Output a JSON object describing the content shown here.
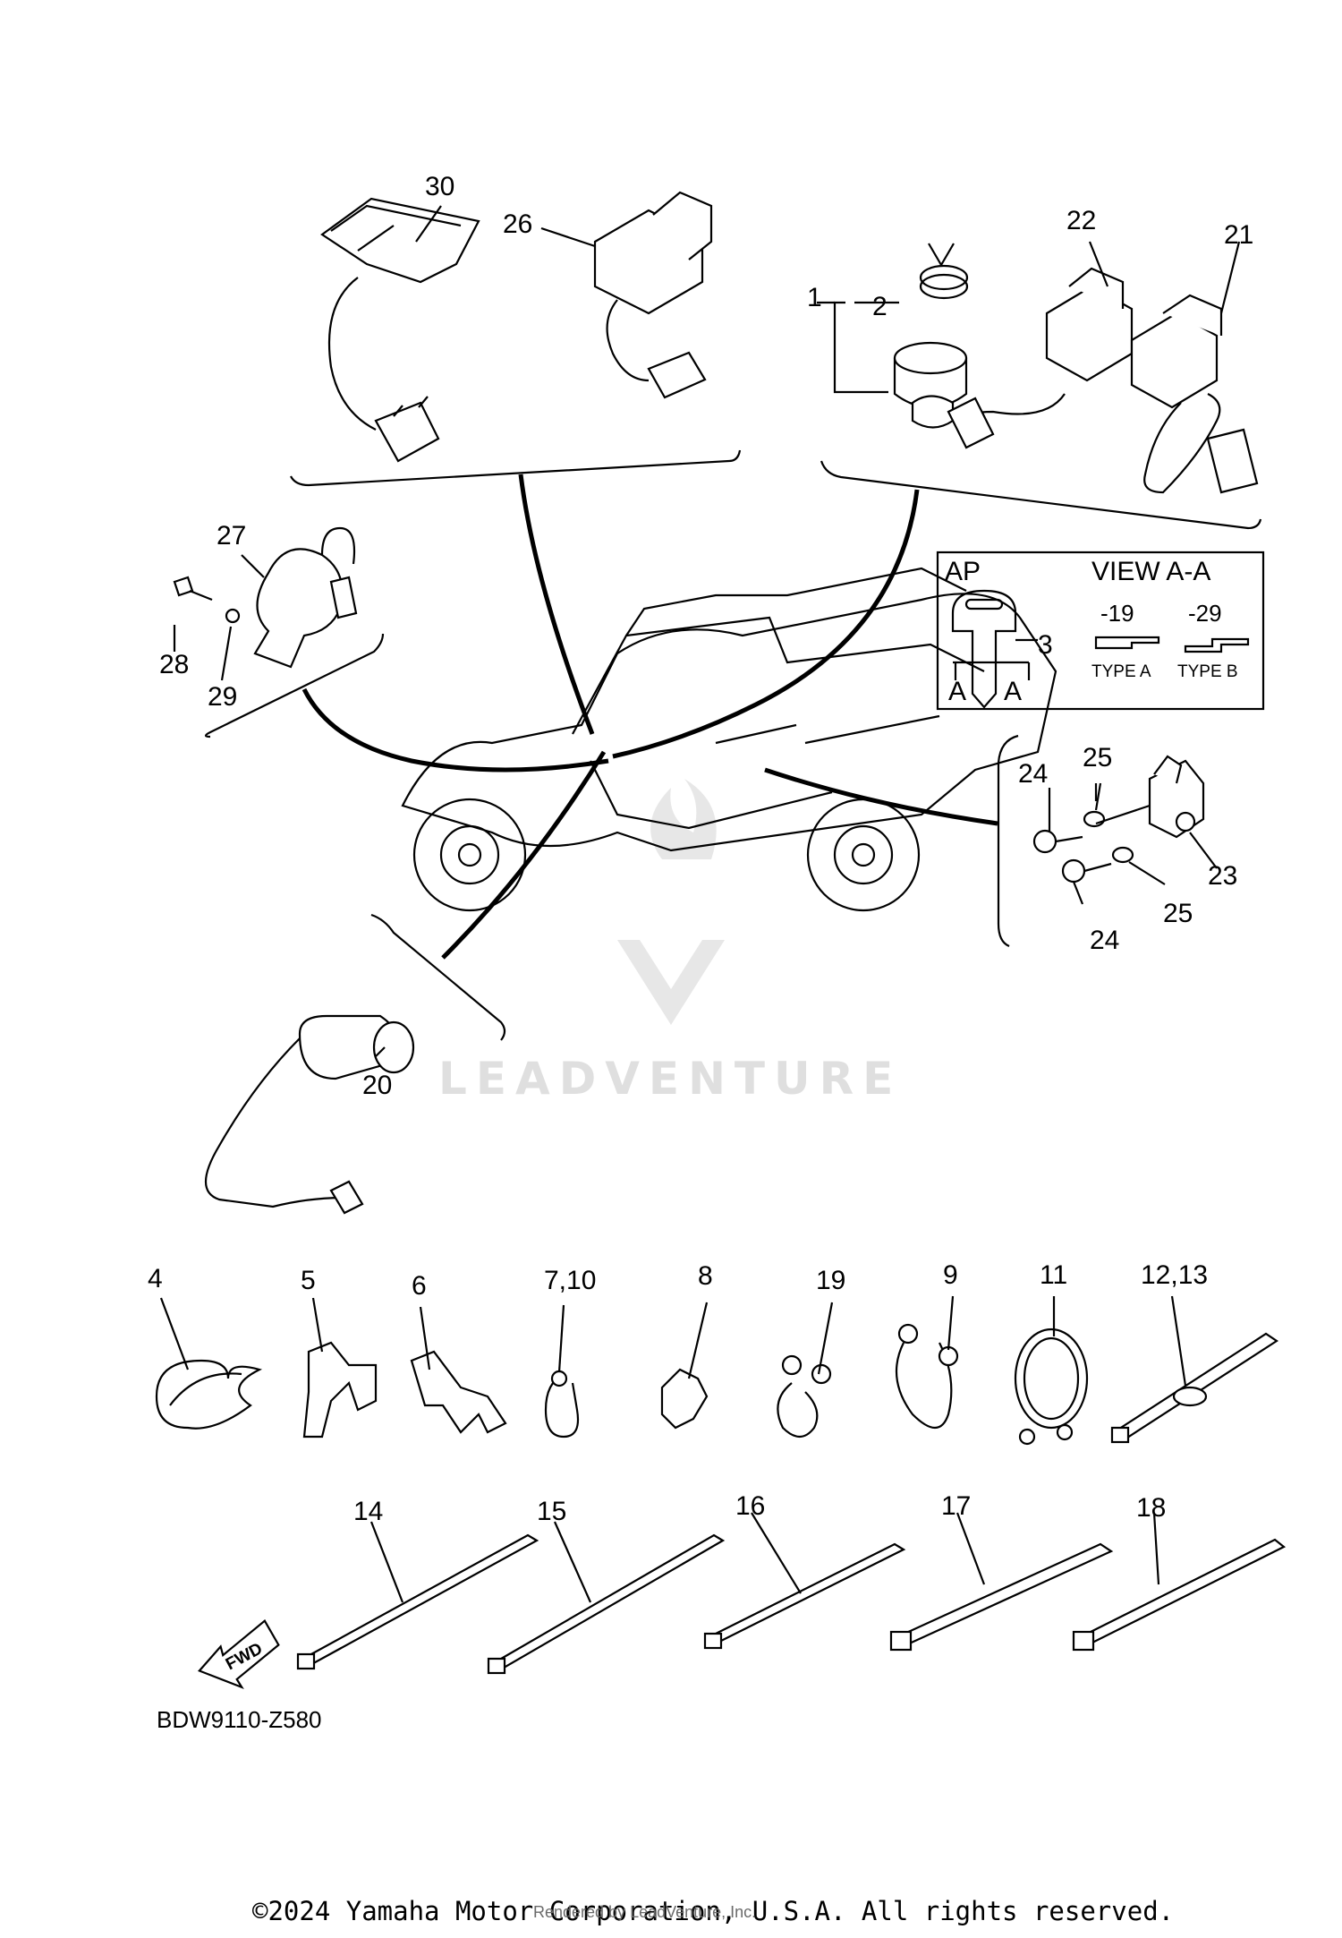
{
  "callouts": {
    "p1": "1",
    "p2": "2",
    "p3": "3",
    "p4": "4",
    "p5": "5",
    "p6": "6",
    "p7_10": "7,10",
    "p8": "8",
    "p9": "9",
    "p11": "11",
    "p12_13": "12,13",
    "p14": "14",
    "p15": "15",
    "p16": "16",
    "p17": "17",
    "p18": "18",
    "p19": "19",
    "p20": "20",
    "p21": "21",
    "p22": "22",
    "p23": "23",
    "p24a": "24",
    "p24b": "24",
    "p25a": "25",
    "p25b": "25",
    "p26": "26",
    "p27": "27",
    "p28": "28",
    "p29": "29",
    "p30": "30"
  },
  "inset": {
    "ap": "AP",
    "view_title": "VIEW A-A",
    "key_part": "3",
    "section_a_left": "A",
    "section_a_right": "A",
    "variant_a_code": "-19",
    "variant_b_code": "-29",
    "variant_a_label": "TYPE A",
    "variant_b_label": "TYPE B"
  },
  "fwd_label": "FWD",
  "diagram_code": "BDW9110-Z580",
  "watermark": "LEADVENTURE",
  "copyright": "©2024 Yamaha Motor Corporation, U.S.A. All rights reserved.",
  "rendered_by": "Rendered by LeadVenture, Inc."
}
